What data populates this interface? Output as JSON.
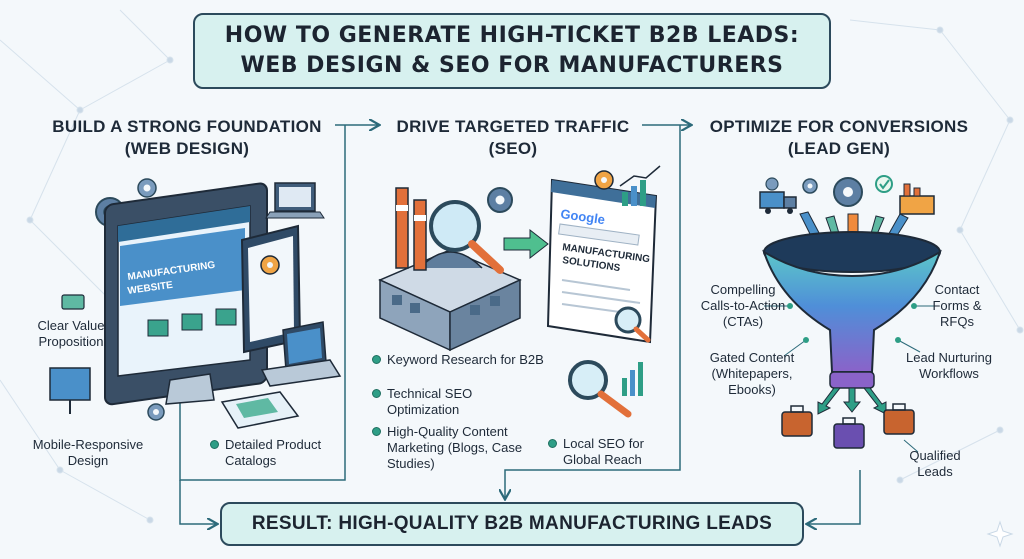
{
  "title": {
    "line1": "HOW TO GENERATE HIGH-TICKET B2B LEADS:",
    "line2": "WEB DESIGN & SEO FOR MANUFACTURERS"
  },
  "columns": [
    {
      "heading_line1": "BUILD A STRONG FOUNDATION",
      "heading_line2": "(WEB DESIGN)",
      "screen_text_line1": "MANUFACTURING",
      "screen_text_line2": "WEBSITE",
      "labels": [
        "Clear Value Proposition",
        "Mobile-Responsive Design",
        "Detailed Product Catalogs"
      ]
    },
    {
      "heading_line1": "DRIVE TARGETED TRAFFIC",
      "heading_line2": "(SEO)",
      "search_logo": "Google",
      "search_text_line1": "MANUFACTURING",
      "search_text_line2": "SOLUTIONS",
      "bullets": [
        "Keyword Research for B2B",
        "Technical SEO Optimization",
        "High-Quality Content Marketing (Blogs, Case Studies)",
        "Local SEO for Global Reach"
      ]
    },
    {
      "heading_line1": "OPTIMIZE FOR CONVERSIONS",
      "heading_line2": "(LEAD GEN)",
      "labels": [
        "Compelling Calls-to-Action (CTAs)",
        "Contact Forms & RFQs",
        "Gated Content (Whitepapers, Ebooks)",
        "Lead Nurturing Workflows",
        "Qualified Leads"
      ]
    }
  ],
  "result": "RESULT: HIGH-QUALITY B2B MANUFACTURING LEADS",
  "colors": {
    "accent_teal": "#2e9e86",
    "box_fill": "#d7f1ef",
    "outline": "#2c4a5c",
    "arrow_orange": "#f08a3c",
    "funnel_purple": "#8a63c9"
  }
}
